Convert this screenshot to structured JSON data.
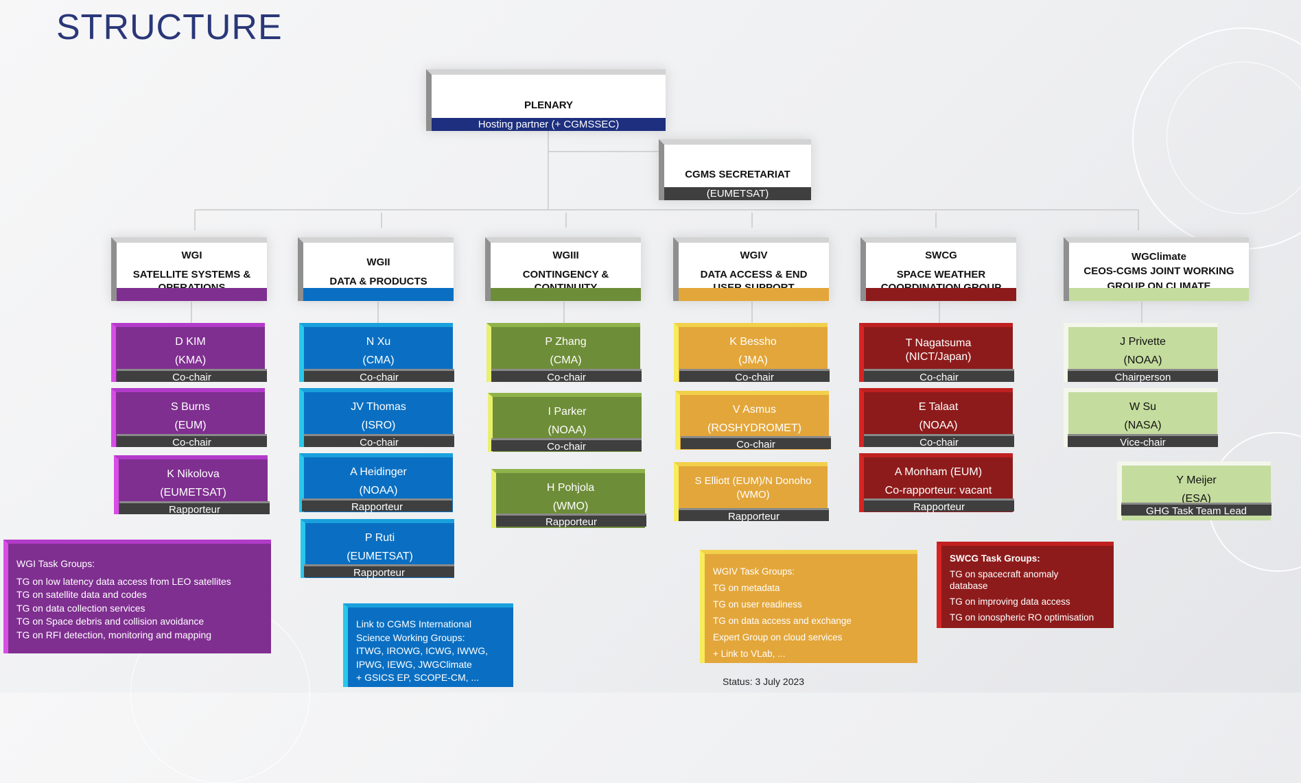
{
  "title": "STRUCTURE",
  "status": "Status: 3 July 2023",
  "plenary": {
    "name": "PLENARY",
    "subtitle": "Hosting partner (+ CGMSSEC)"
  },
  "secretariat": {
    "name": "CGMS SECRETARIAT",
    "subtitle": "(EUMETSAT)"
  },
  "groups": [
    {
      "line1": "WGI",
      "line2": "SATELLITE SYSTEMS &",
      "line3": "OPERATIONS",
      "color": "#7f2f90"
    },
    {
      "line1": "WGII",
      "line2": "DATA & PRODUCTS",
      "line3": "",
      "color": "#0a6fc2"
    },
    {
      "line1": "WGIII",
      "line2": "CONTINGENCY &",
      "line3": "CONTINUITY",
      "color": "#6e8d38"
    },
    {
      "line1": "WGIV",
      "line2": "DATA ACCESS & END",
      "line3": "USER SUPPORT",
      "color": "#e3a63a"
    },
    {
      "line1": "SWCG",
      "line2": "SPACE WEATHER",
      "line3": "COORDINATION GROUP",
      "color": "#8e1b1b"
    },
    {
      "line1": "WGClimate",
      "line2": "CEOS-CGMS JOINT WORKING",
      "line3": "GROUP ON CLIMATE",
      "color": "#c4dc9e"
    }
  ],
  "people": {
    "wg1": [
      {
        "name": "D KIM",
        "org": "(KMA)",
        "role": "Co-chair"
      },
      {
        "name": "S Burns",
        "org": "(EUM)",
        "role": "Co-chair"
      },
      {
        "name": "K Nikolova",
        "org": "(EUMETSAT)",
        "role": "Rapporteur"
      }
    ],
    "wg2": [
      {
        "name": "N Xu",
        "org": "(CMA)",
        "role": "Co-chair"
      },
      {
        "name": "JV Thomas",
        "org": "(ISRO)",
        "role": "Co-chair"
      },
      {
        "name": "A Heidinger",
        "org": "(NOAA)",
        "role": "Rapporteur"
      },
      {
        "name": "P Ruti",
        "org": "(EUMETSAT)",
        "role": "Rapporteur"
      }
    ],
    "wg3": [
      {
        "name": "P Zhang",
        "org": "(CMA)",
        "role": "Co-chair"
      },
      {
        "name": "I Parker",
        "org": "(NOAA)",
        "role": "Co-chair"
      },
      {
        "name": "H Pohjola",
        "org": "(WMO)",
        "role": "Rapporteur"
      }
    ],
    "wg4": [
      {
        "name": "K Bessho",
        "org": "(JMA)",
        "role": "Co-chair"
      },
      {
        "name": "V Asmus",
        "org": "(ROSHYDROMET)",
        "role": "Co-chair"
      },
      {
        "name": "S Elliott (EUM)/N Donoho",
        "org": "(WMO)",
        "role": "Rapporteur"
      }
    ],
    "swcg": [
      {
        "name": "T Nagatsuma",
        "org": "(NICT/Japan)",
        "role": "Co-chair"
      },
      {
        "name": "E Talaat",
        "org": "(NOAA)",
        "role": "Co-chair"
      },
      {
        "name": "A Monham (EUM)",
        "org": "Co-rapporteur: vacant",
        "role": "Rapporteur"
      }
    ],
    "wgclimate": [
      {
        "name": "J Privette",
        "org": "(NOAA)",
        "role": "Chairperson"
      },
      {
        "name": "W Su",
        "org": "(NASA)",
        "role": "Vice-chair"
      },
      {
        "name": "Y Meijer",
        "org": "(ESA)",
        "role": "GHG Task Team Lead"
      }
    ]
  },
  "wg1_tasks": {
    "heading": "WGI Task Groups:",
    "items": [
      "TG on low latency data access from LEO satellites",
      "TG on satellite data and codes",
      "TG on data collection services",
      "TG on Space debris and collision avoidance",
      "TG on RFI detection, monitoring and mapping"
    ]
  },
  "wg2_links": {
    "lines": [
      "Link to CGMS International",
      "Science Working Groups:",
      "ITWG, IROWG, ICWG, IWWG,",
      "IPWG, IEWG, JWGClimate",
      "+ GSICS EP, SCOPE-CM, ..."
    ]
  },
  "wg4_tasks": {
    "heading": "WGIV Task Groups:",
    "items": [
      "TG  on metadata",
      "TG on user readiness",
      "TG on data access and exchange",
      "Expert Group on cloud services",
      "+ Link to VLab, ..."
    ]
  },
  "swcg_tasks": {
    "heading": "SWCG Task Groups:",
    "items": [
      "TG on spacecraft anomaly database",
      "TG on improving data access",
      "TG on ionospheric RO optimisation"
    ]
  }
}
